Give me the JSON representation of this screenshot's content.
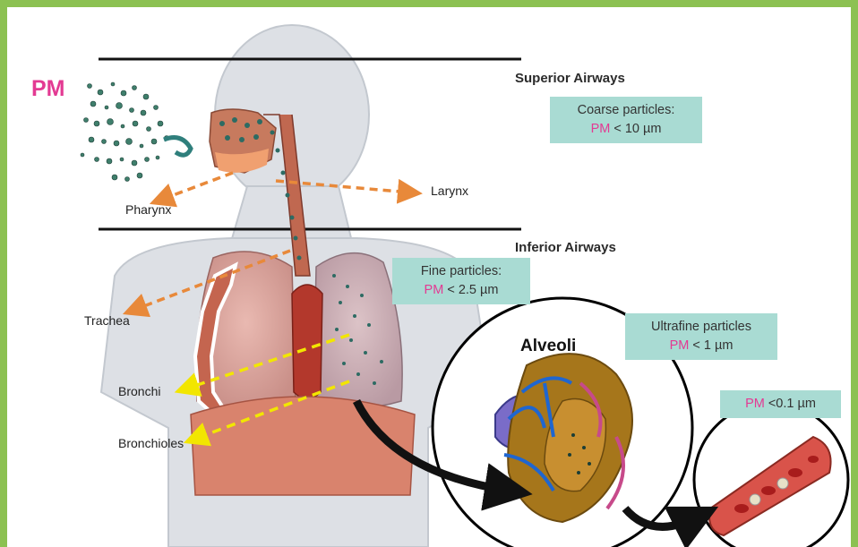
{
  "pm_label": "PM",
  "sections": {
    "superior": "Superior Airways",
    "inferior": "Inferior Airways"
  },
  "labels": {
    "pharynx": "Pharynx",
    "larynx": "Larynx",
    "trachea": "Trachea",
    "bronchi": "Bronchi",
    "bronchioles": "Bronchioles",
    "alveoli": "Alveoli"
  },
  "particle_boxes": {
    "coarse": {
      "title": "Coarse particles:",
      "pm": "PM",
      "size": " < 10 µm"
    },
    "fine": {
      "title": "Fine particles:",
      "pm": "PM",
      "size": " < 2.5 µm"
    },
    "ultrafine": {
      "title": "Ultrafine particles",
      "pm": "PM",
      "size": " < 1 µm"
    },
    "nano": {
      "pm": "PM",
      "size": " <0.1 µm"
    }
  },
  "colors": {
    "frame": "#8cc152",
    "box": "#a9dbd3",
    "pm_text": "#e33a93",
    "orange_arrow": "#e8893a",
    "yellow_arrow": "#f2e600"
  }
}
